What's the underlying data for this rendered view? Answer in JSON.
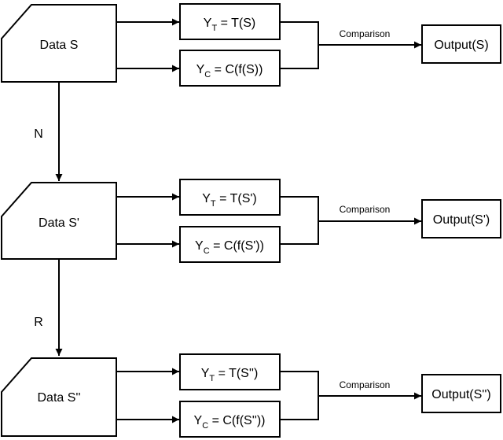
{
  "rows": [
    {
      "data_label": "Data S",
      "treat": {
        "main": "Y",
        "sub": "T",
        "rest": " = T(S)"
      },
      "ctrl": {
        "main": "Y",
        "sub": "C",
        "rest": " = C(f(S))"
      },
      "comparison": "Comparison",
      "output": "Output(S)"
    },
    {
      "data_label": "Data S'",
      "treat": {
        "main": "Y",
        "sub": "T",
        "rest": " = T(S')"
      },
      "ctrl": {
        "main": "Y",
        "sub": "C",
        "rest": " = C(f(S'))"
      },
      "comparison": "Comparison",
      "output": "Output(S')"
    },
    {
      "data_label": "Data S''",
      "treat": {
        "main": "Y",
        "sub": "T",
        "rest": " = T(S'')"
      },
      "ctrl": {
        "main": "Y",
        "sub": "C",
        "rest": " = C(f(S''))"
      },
      "comparison": "Comparison",
      "output": "Output(S'')"
    }
  ],
  "transitions": [
    "N",
    "R"
  ]
}
